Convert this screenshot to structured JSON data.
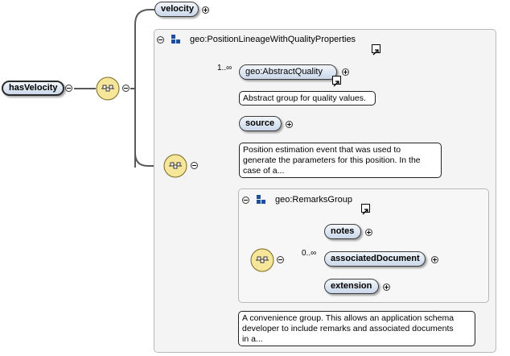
{
  "root": {
    "label": "hasVelocity"
  },
  "velocity": {
    "label": "velocity"
  },
  "lineage_group": {
    "title": "geo:PositionLineageWithQualityProperties"
  },
  "abstract_quality": {
    "label": "geo:AbstractQuality",
    "cardinality": "1..∞",
    "doc": "Abstract group for quality values."
  },
  "source": {
    "label": "source",
    "doc": [
      "Position estimation event that was used to",
      "generate the parameters for this position. In the",
      "case of a..."
    ]
  },
  "remarks_group": {
    "title": "geo:RemarksGroup",
    "cardinality": "0..∞",
    "items": [
      {
        "label": "notes"
      },
      {
        "label": "associatedDocument"
      },
      {
        "label": "extension"
      }
    ],
    "doc": [
      "A convenience group. This allows an application schema",
      "developer to include remarks and associated documents",
      "in a..."
    ]
  },
  "colors": {
    "node_top": "#f2f6fb",
    "node_bottom": "#cad8ea",
    "compositor": "#f5e69a",
    "line": "#5a5a5a",
    "group_icon": "#1f4f9a"
  }
}
